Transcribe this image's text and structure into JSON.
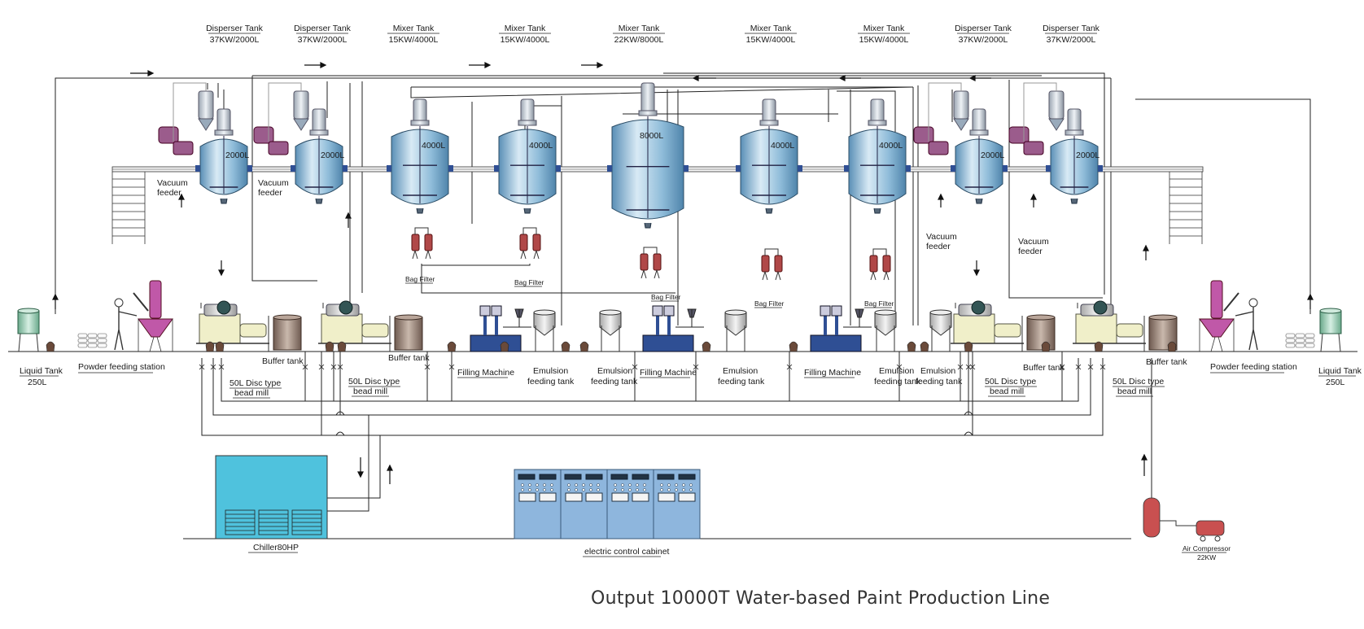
{
  "title": "Output 10000T Water-based Paint Production Line",
  "top_tanks": [
    {
      "name": "Disperser Tank",
      "spec": "37KW/2000L"
    },
    {
      "name": "Disperser Tank",
      "spec": "37KW/2000L"
    },
    {
      "name": "Mixer Tank",
      "spec": "15KW/4000L"
    },
    {
      "name": "Mixer Tank",
      "spec": "15KW/4000L"
    },
    {
      "name": "Mixer Tank",
      "spec": "22KW/8000L"
    },
    {
      "name": "Mixer Tank",
      "spec": "15KW/4000L"
    },
    {
      "name": "Mixer Tank",
      "spec": "15KW/4000L"
    },
    {
      "name": "Disperser Tank",
      "spec": "37KW/2000L"
    },
    {
      "name": "Disperser Tank",
      "spec": "37KW/2000L"
    }
  ],
  "vessel_volumes": [
    "2000L",
    "2000L",
    "4000L",
    "4000L",
    "8000L",
    "4000L",
    "4000L",
    "2000L",
    "2000L"
  ],
  "vacuum_feeder": {
    "line1": "Vacuum",
    "line2": "feeder"
  },
  "bag_filter": "Bag Filter",
  "liquid_tank": {
    "name": "Liquid Tank",
    "spec": "250L"
  },
  "powder_station": "Powder feeding station",
  "bead_mill": {
    "line1": "50L Disc type",
    "line2": "bead mill"
  },
  "buffer_tank": "Buffer tank",
  "filling_machine": "Filling Machine",
  "emulsion_tank": {
    "line1": "Emulsion",
    "line2": "feeding tank"
  },
  "chiller": "Chiller80HP",
  "cabinet": "electric control cabinet",
  "air_compressor": {
    "name": "Air Compressor",
    "spec": "22KW"
  },
  "colors": {
    "vessel": "#6fa3c8",
    "vessel_light": "#d3e6f2",
    "chiller": "#4fc2dd",
    "cabinet": "#8eb6dd",
    "feeder": "#9b5c8c",
    "filter": "#b04848",
    "mill": "#f0efc9",
    "buffer": "#8a7266",
    "filler": "#2f4f94",
    "hopper": "#c058a8",
    "compressor": "#c95050"
  }
}
